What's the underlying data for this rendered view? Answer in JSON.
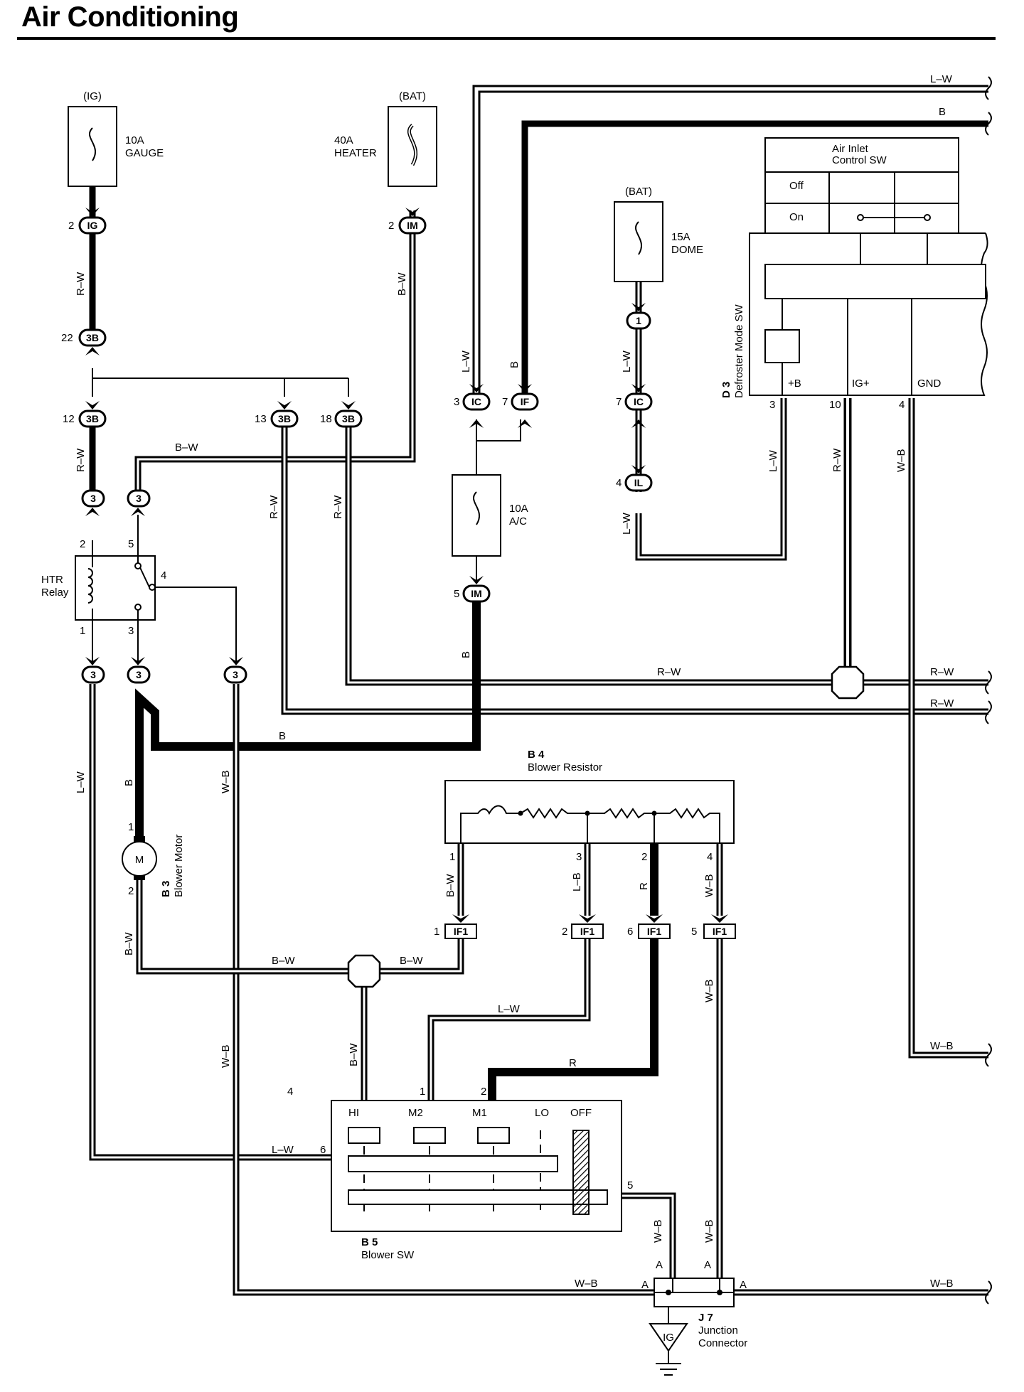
{
  "page": {
    "title": "Air Conditioning"
  },
  "wire_colors": {
    "L-W": "L–W",
    "B": "B",
    "R-W": "R–W",
    "B-W": "B–W",
    "W-B": "W–B",
    "L-B": "L–B",
    "R": "R"
  },
  "fuses": {
    "gauge": {
      "source": "(IG)",
      "rating": "10A",
      "name": "GAUGE"
    },
    "heater": {
      "source": "(BAT)",
      "rating": "40A",
      "name": "HEATER"
    },
    "dome": {
      "source": "(BAT)",
      "rating": "15A",
      "name": "DOME"
    },
    "ac": {
      "rating": "10A",
      "name": "A/C"
    }
  },
  "connectors": {
    "IG": "IG",
    "IM": "IM",
    "3B": "3B",
    "3": "3",
    "IC": "IC",
    "IF": "IF",
    "c1": "1",
    "IL": "IL",
    "IF1": "IF1",
    "IG_ground": "IG"
  },
  "pins": {
    "p2": "2",
    "p22": "22",
    "p12": "12",
    "p13": "13",
    "p18": "18",
    "p5": "5",
    "p4": "4",
    "p1": "1",
    "p3": "3",
    "p7": "7",
    "p10": "10",
    "p6": "6",
    "pA": "A"
  },
  "htr_relay": {
    "label_line1": "HTR",
    "label_line2": "Relay"
  },
  "air_inlet_sw": {
    "title_line1": "Air Inlet",
    "title_line2": "Control SW",
    "row_off": "Off",
    "row_on": "On"
  },
  "defroster": {
    "code": "D 3",
    "name": "Defroster Mode SW",
    "term_b": "+B",
    "term_ig": "IG+",
    "term_gnd": "GND"
  },
  "blower_motor": {
    "code": "B 3",
    "name": "Blower Motor",
    "symbol": "M"
  },
  "blower_resistor": {
    "code": "B 4",
    "name": "Blower Resistor"
  },
  "blower_sw": {
    "code": "B 5",
    "name": "Blower SW",
    "pos_hi": "HI",
    "pos_m2": "M2",
    "pos_m1": "M1",
    "pos_lo": "LO",
    "pos_off": "OFF"
  },
  "junction": {
    "code": "J 7",
    "name_line1": "Junction",
    "name_line2": "Connector"
  },
  "colors": {
    "wire": "#000000",
    "background": "#ffffff"
  }
}
